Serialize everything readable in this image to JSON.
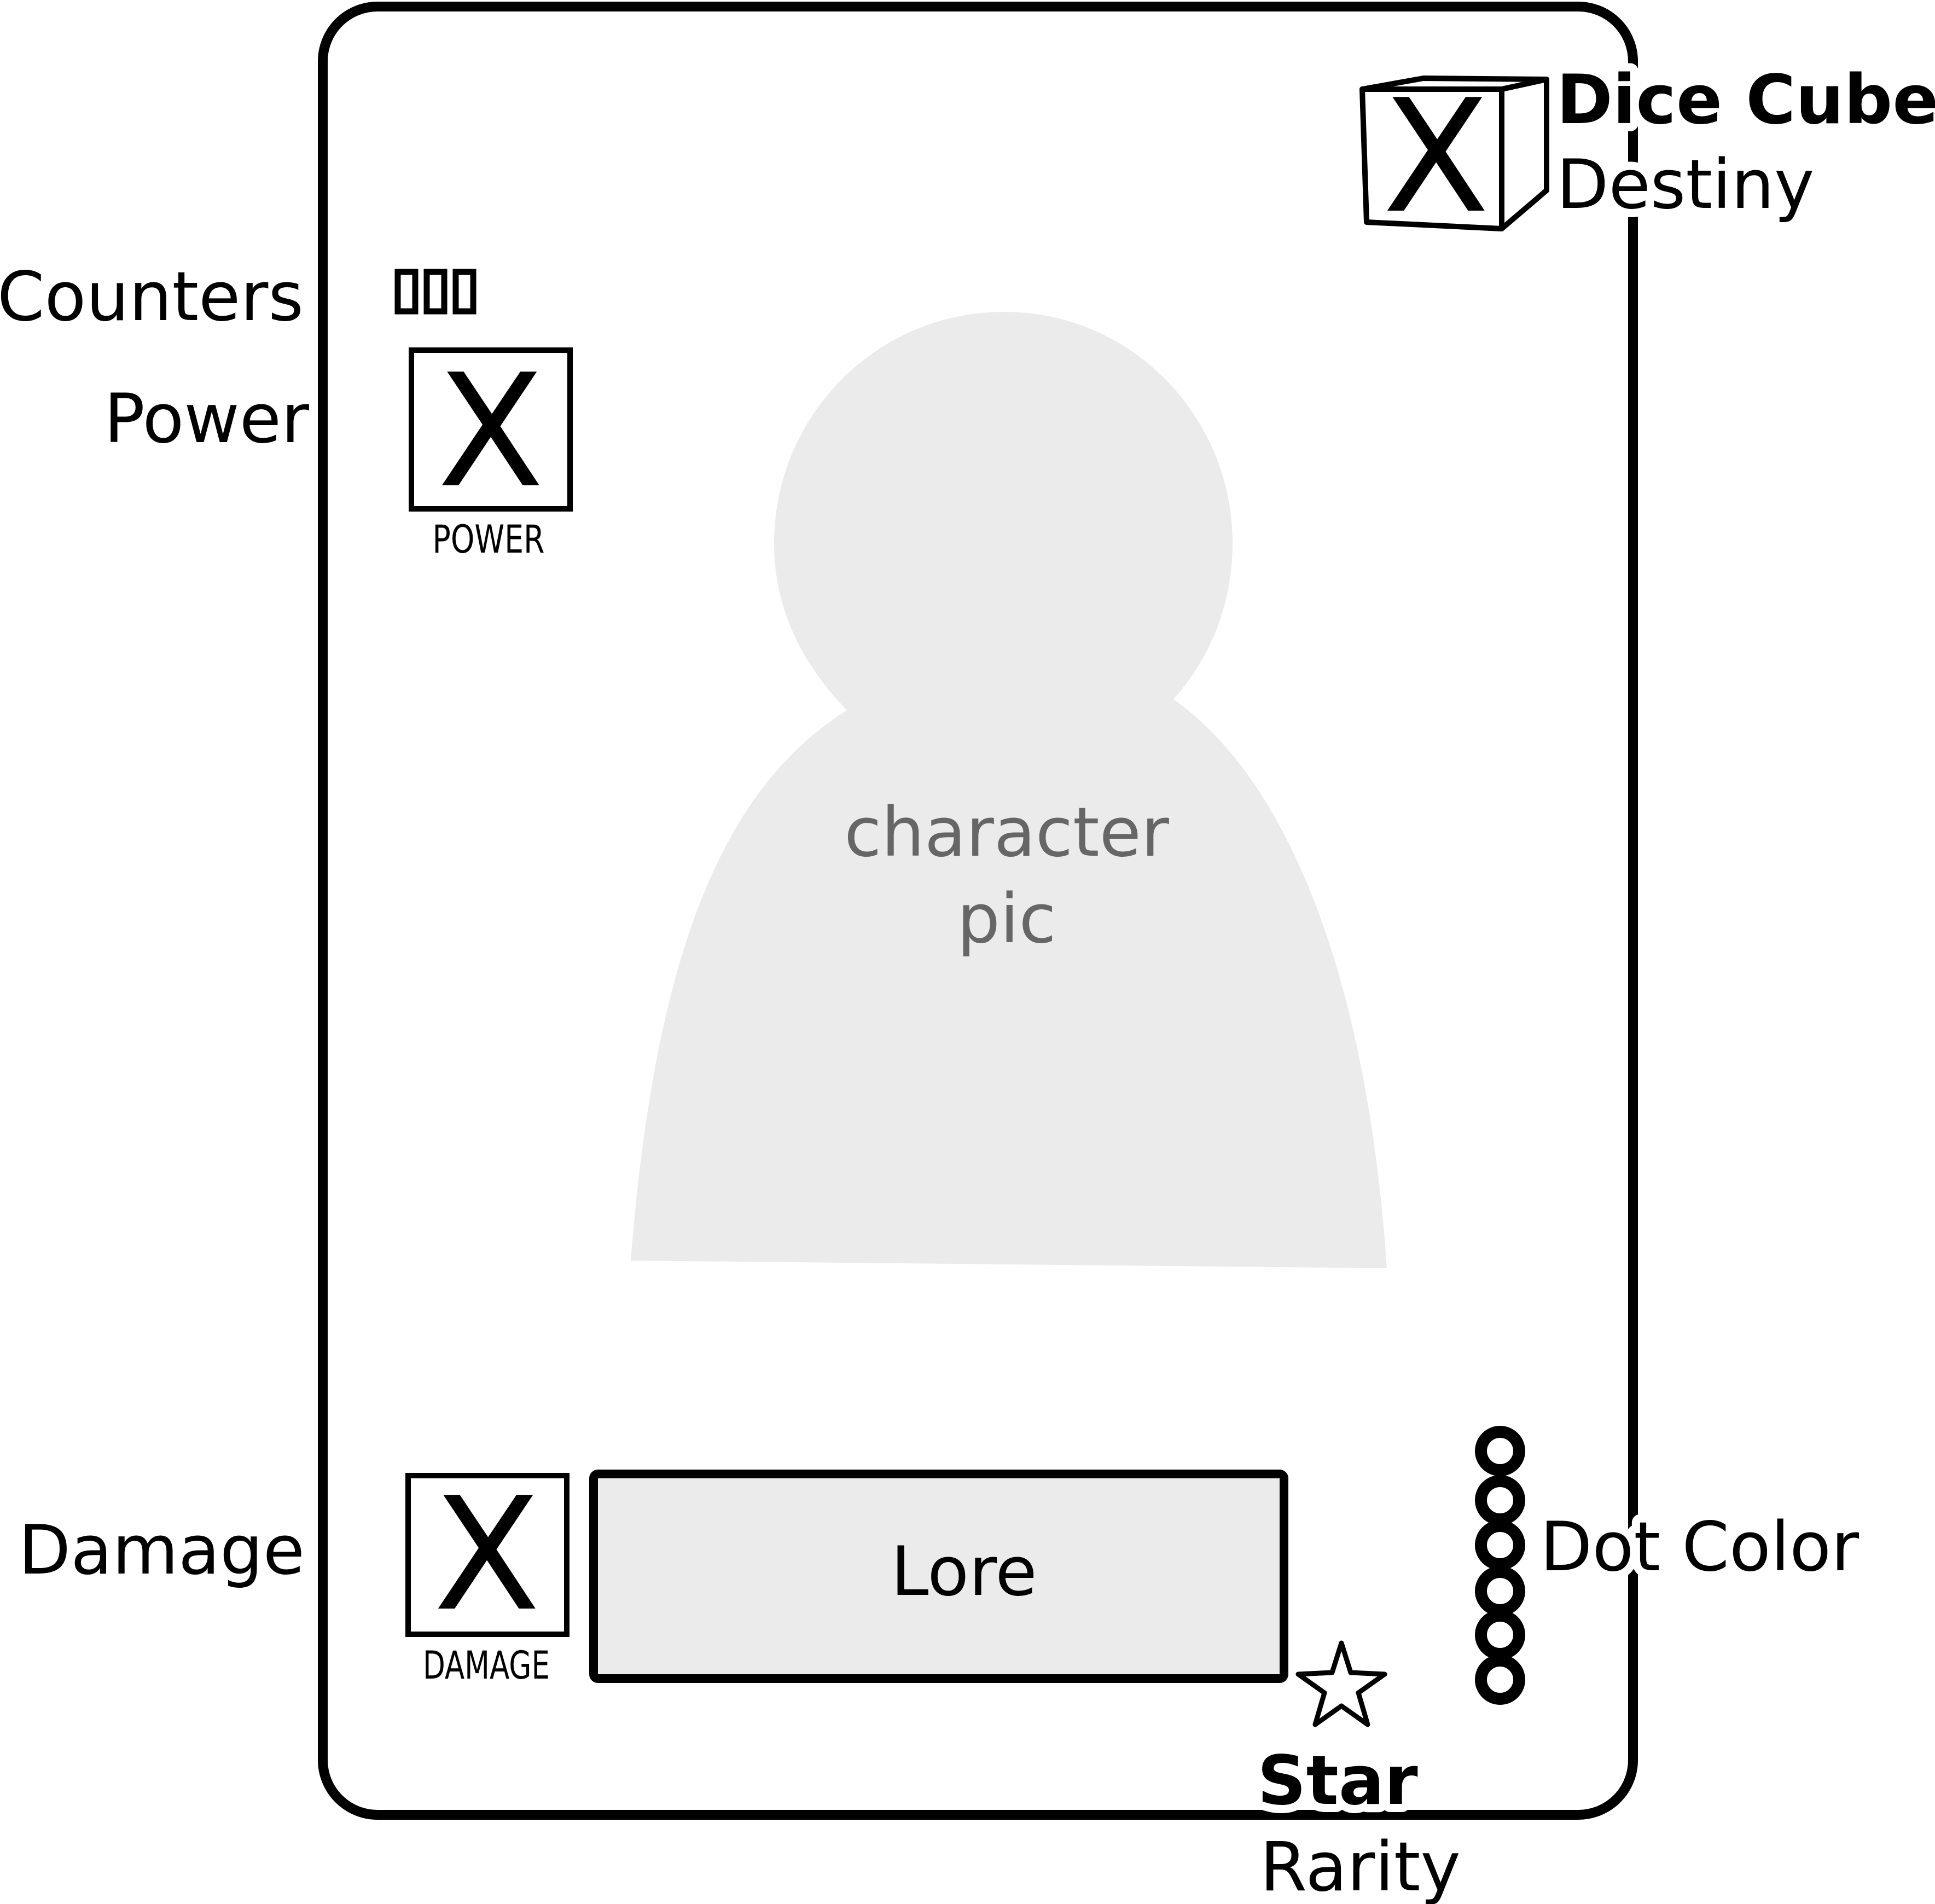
{
  "labels": {
    "counters": "Counters",
    "power": "Power",
    "damage": "Damage",
    "dice_cube": "Dice Cube",
    "destiny": "Destiny",
    "dot_color": "Dot Color",
    "star": "Star",
    "rarity": "Rarity"
  },
  "card": {
    "power_value": "X",
    "power_caption": "POWER",
    "damage_value": "X",
    "damage_caption": "DAMAGE",
    "destiny_value": "X",
    "lore_text": "Lore",
    "character_pic_line1": "character",
    "character_pic_line2": "pic",
    "counter_count": 3,
    "dot_count": 6
  },
  "icons": {
    "counters": "counter-rectangle-icon",
    "dice": "dice-cube-icon",
    "star": "star-outline-icon",
    "dots": "ring-dot-icon"
  },
  "colors": {
    "line": "#000000",
    "silhouette": "#ebebeb",
    "lore_fill": "#ebebeb",
    "pic_text": "#666666",
    "background": "#ffffff"
  }
}
